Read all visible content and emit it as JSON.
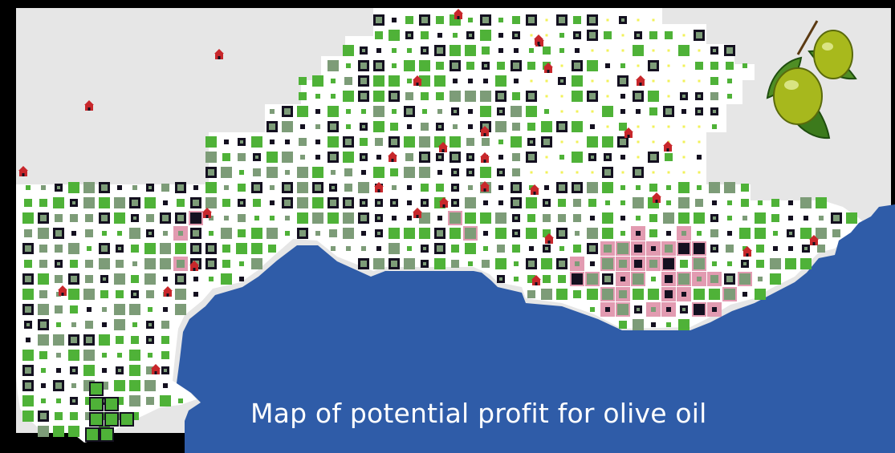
{
  "map": {
    "title": "Map of potential profit for olive oil",
    "colors": {
      "background": "#e6e6e6",
      "land": "#ffffff",
      "sea": "#2f5ca8",
      "frame": "#000000",
      "title_text": "#ffffff",
      "high_profit": "#4fb238",
      "medium_profit": "#7d9c78",
      "dark_cell": "#141020",
      "low_profit": "#f2f25a",
      "highlight_zone": "#e29bb1",
      "town": "#c8272b"
    },
    "cell_legend_meaning": [
      "high_profit",
      "medium_profit",
      "dark_cell",
      "low_profit",
      "highlight_zone"
    ]
  },
  "decorations": {
    "town_icon": "house-icon",
    "illustration_icon": "olive-branch-icon"
  }
}
